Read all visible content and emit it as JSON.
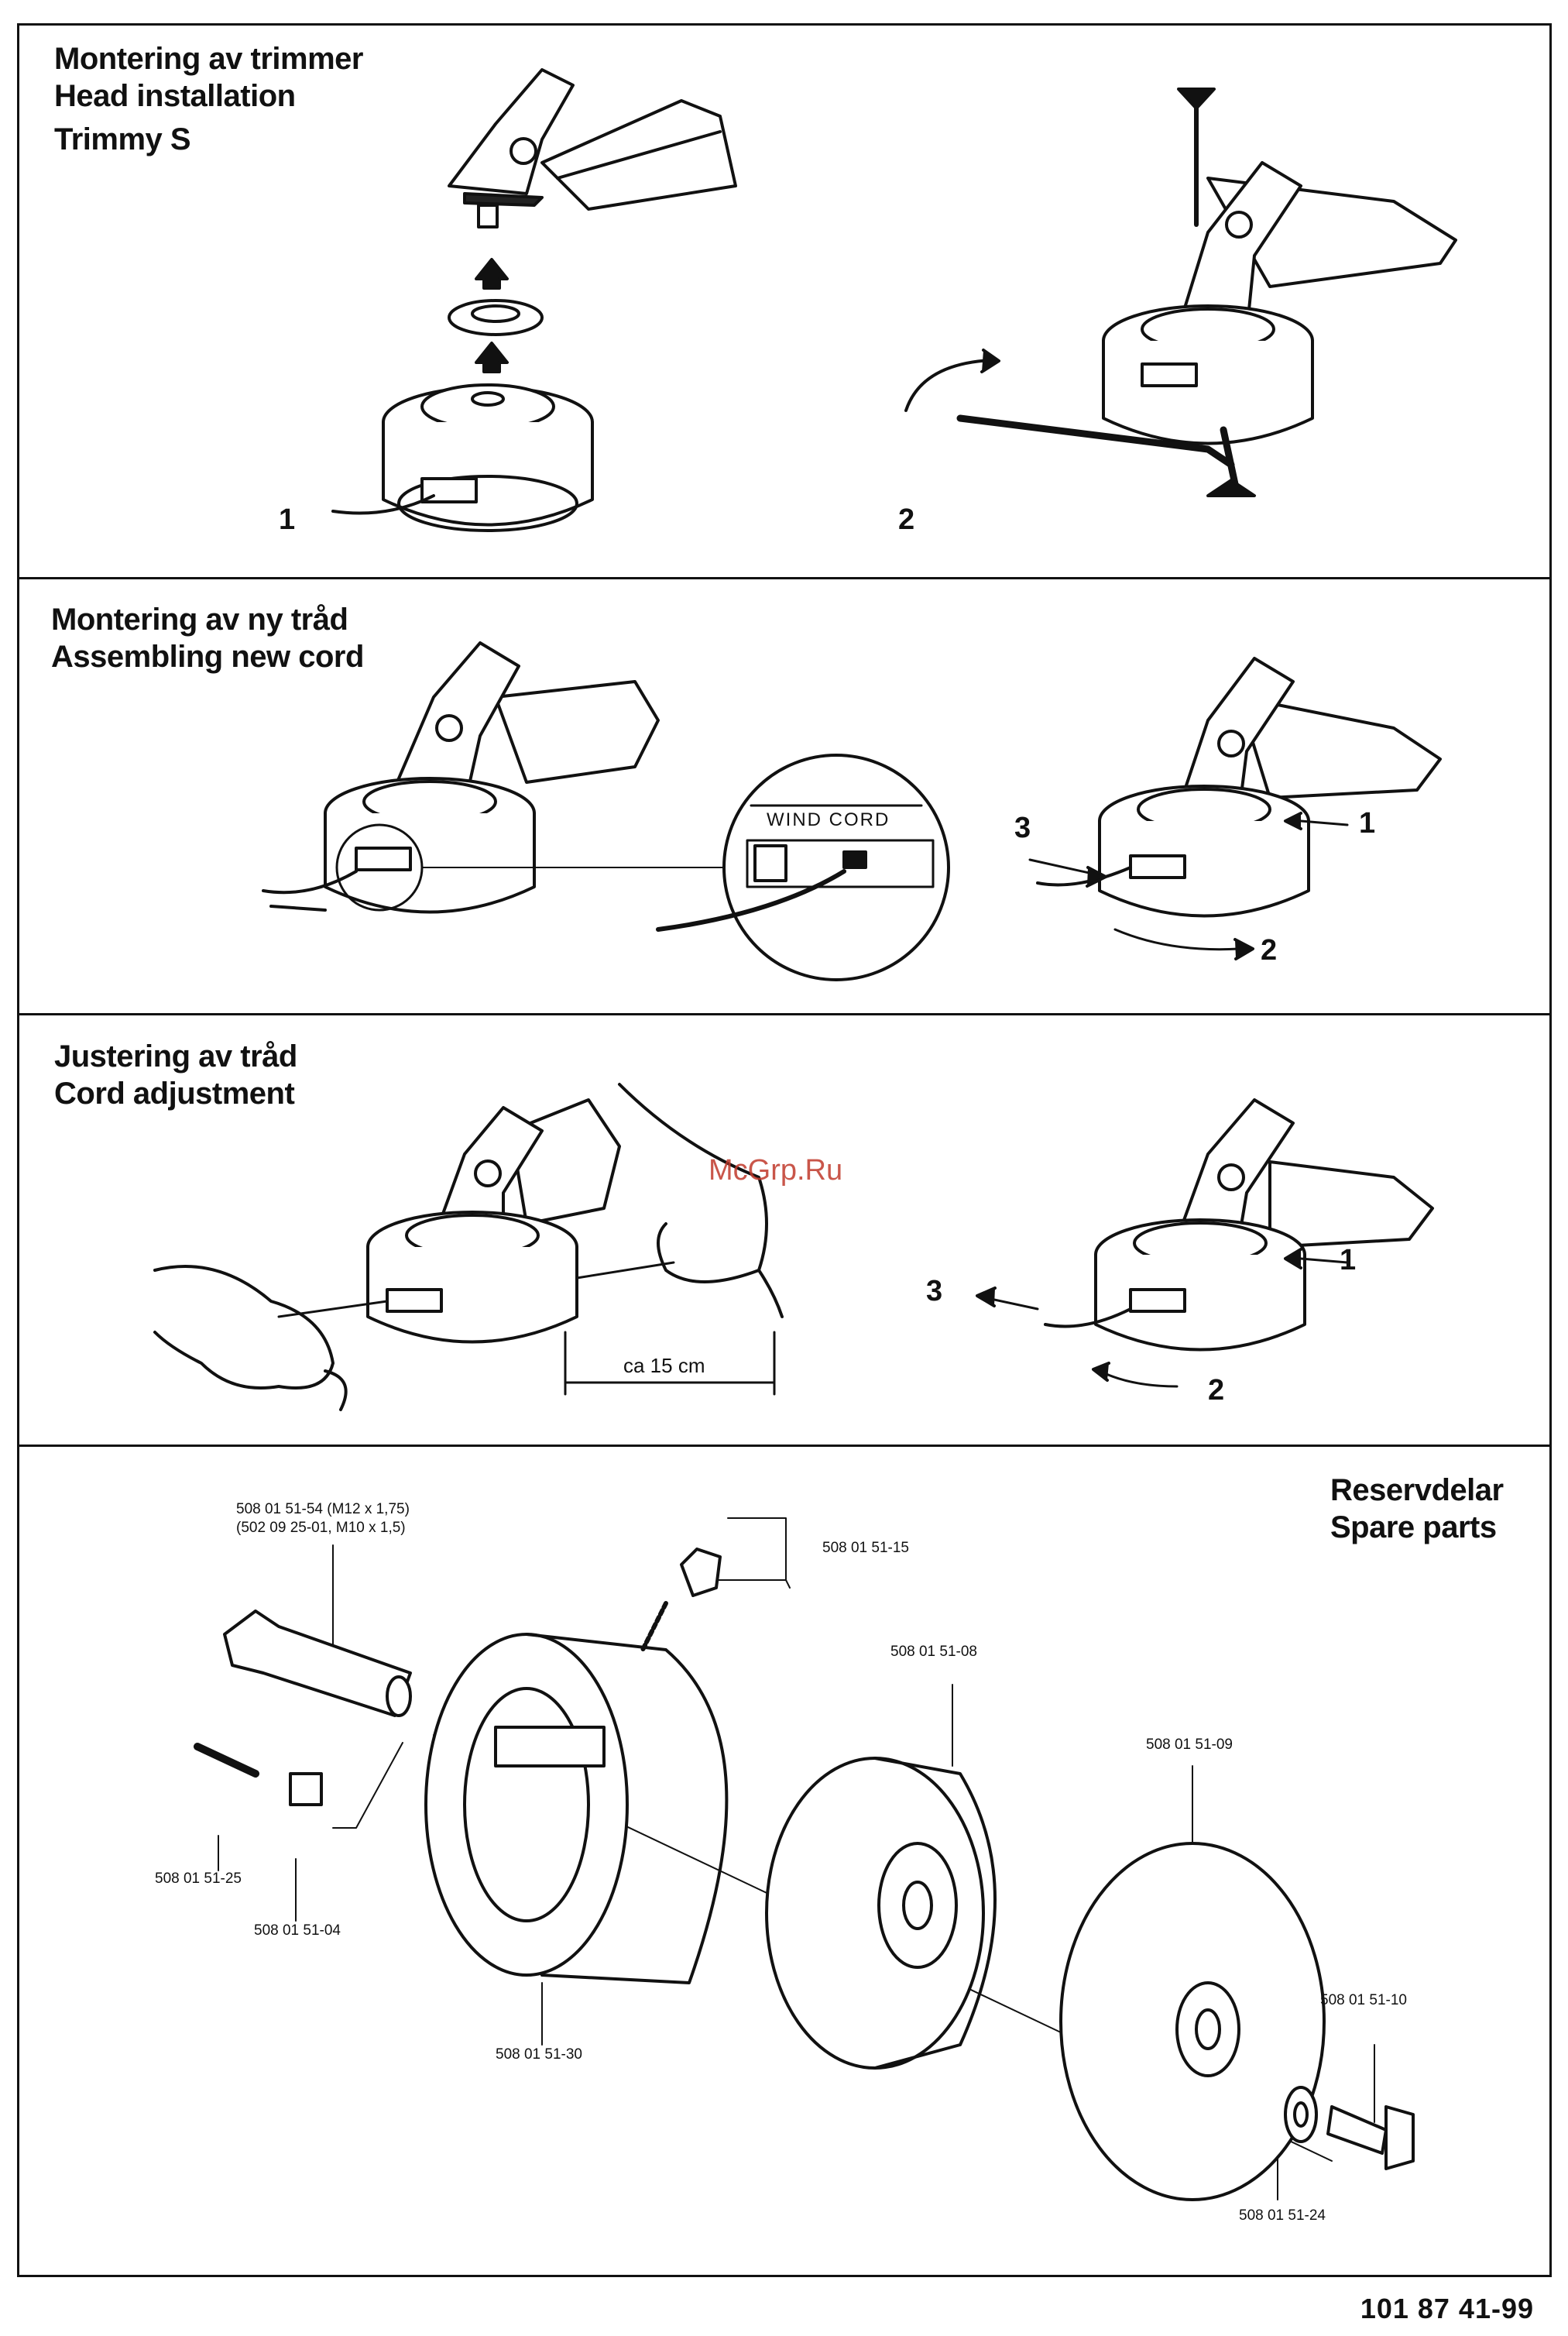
{
  "sections": {
    "head_installation": {
      "title_sv": "Montering av trimmer",
      "title_en": "Head installation",
      "model": "Trimmy S",
      "steps": [
        "1",
        "2"
      ]
    },
    "new_cord": {
      "title_sv": "Montering av ny tråd",
      "title_en": "Assembling new cord",
      "inset_label": "WIND CORD",
      "callouts": [
        "3",
        "1",
        "2"
      ]
    },
    "cord_adjustment": {
      "title_sv": "Justering av tråd",
      "title_en": "Cord adjustment",
      "measure": "ca 15 cm",
      "callouts": [
        "3",
        "1",
        "2"
      ]
    },
    "spare_parts": {
      "title_sv": "Reservdelar",
      "title_en": "Spare parts",
      "parts": [
        {
          "number": "508 01 51-54 (M12 x 1,75)"
        },
        {
          "number": "(502 09 25-01, M10 x 1,5)"
        },
        {
          "number": "508 01 51-15"
        },
        {
          "number": "508 01 51-08"
        },
        {
          "number": "508 01 51-09"
        },
        {
          "number": "508 01 51-25"
        },
        {
          "number": "508 01 51-04"
        },
        {
          "number": "508 01 51-30"
        },
        {
          "number": "508 01 51-10"
        },
        {
          "number": "508 01 51-24"
        }
      ]
    }
  },
  "watermark": "McGrp.Ru",
  "document_number": "101 87 41-99"
}
